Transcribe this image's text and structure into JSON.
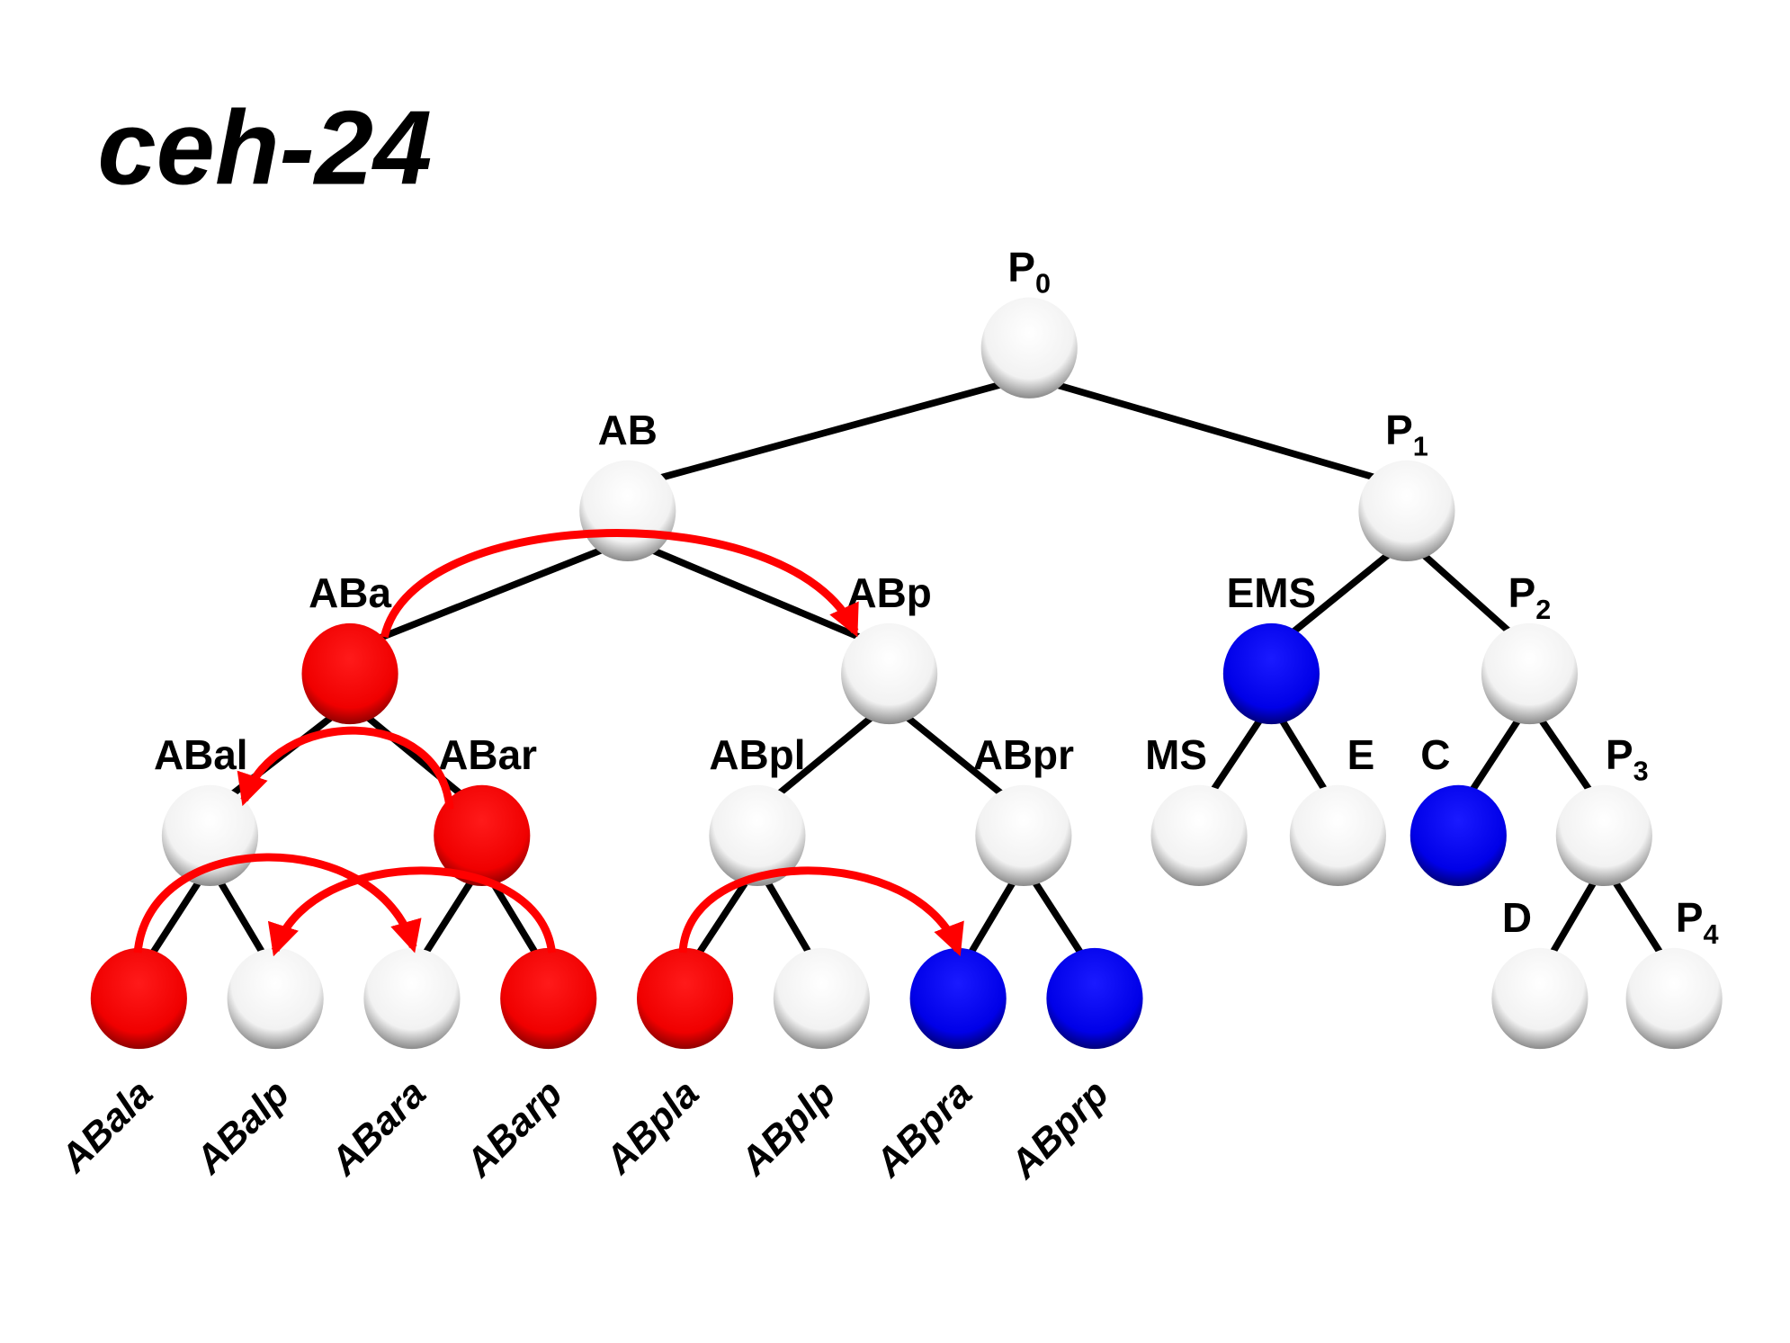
{
  "title": "ceh-24",
  "colors": {
    "expressed_red": "#ff0000",
    "expressed_blue": "#0000ee",
    "not_expressed": "#ffffff",
    "arrow": "#ff0000"
  },
  "nodes": {
    "P0": {
      "text": "P",
      "sub": "0",
      "state": "white"
    },
    "AB": {
      "text": "AB",
      "state": "white"
    },
    "P1": {
      "text": "P",
      "sub": "1",
      "state": "white"
    },
    "ABa": {
      "text": "ABa",
      "state": "red"
    },
    "ABp": {
      "text": "ABp",
      "state": "white"
    },
    "EMS": {
      "text": "EMS",
      "state": "blue"
    },
    "P2": {
      "text": "P",
      "sub": "2",
      "state": "white"
    },
    "ABal": {
      "text": "ABal",
      "state": "white"
    },
    "ABar": {
      "text": "ABar",
      "state": "red"
    },
    "ABpl": {
      "text": "ABpl",
      "state": "white"
    },
    "ABpr": {
      "text": "ABpr",
      "state": "white"
    },
    "MS": {
      "text": "MS",
      "state": "white"
    },
    "E": {
      "text": "E",
      "state": "white"
    },
    "C": {
      "text": "C",
      "state": "blue"
    },
    "P3": {
      "text": "P",
      "sub": "3",
      "state": "white"
    },
    "ABala": {
      "text": "ABala",
      "state": "red"
    },
    "ABalp": {
      "text": "ABalp",
      "state": "white"
    },
    "ABara": {
      "text": "ABara",
      "state": "white"
    },
    "ABarp": {
      "text": "ABarp",
      "state": "red"
    },
    "ABpla": {
      "text": "ABpla",
      "state": "red"
    },
    "ABplp": {
      "text": "ABplp",
      "state": "white"
    },
    "ABpra": {
      "text": "ABpra",
      "state": "blue"
    },
    "ABprp": {
      "text": "ABprp",
      "state": "blue"
    },
    "D": {
      "text": "D",
      "state": "white"
    },
    "P4": {
      "text": "P",
      "sub": "4",
      "state": "white"
    }
  },
  "arrows": [
    {
      "from": "ABa",
      "to": "ABp"
    },
    {
      "from": "ABar",
      "to": "ABal"
    },
    {
      "from": "ABala",
      "to": "ABara"
    },
    {
      "from": "ABarp",
      "to": "ABalp"
    },
    {
      "from": "ABpla",
      "to": "ABpra"
    }
  ]
}
